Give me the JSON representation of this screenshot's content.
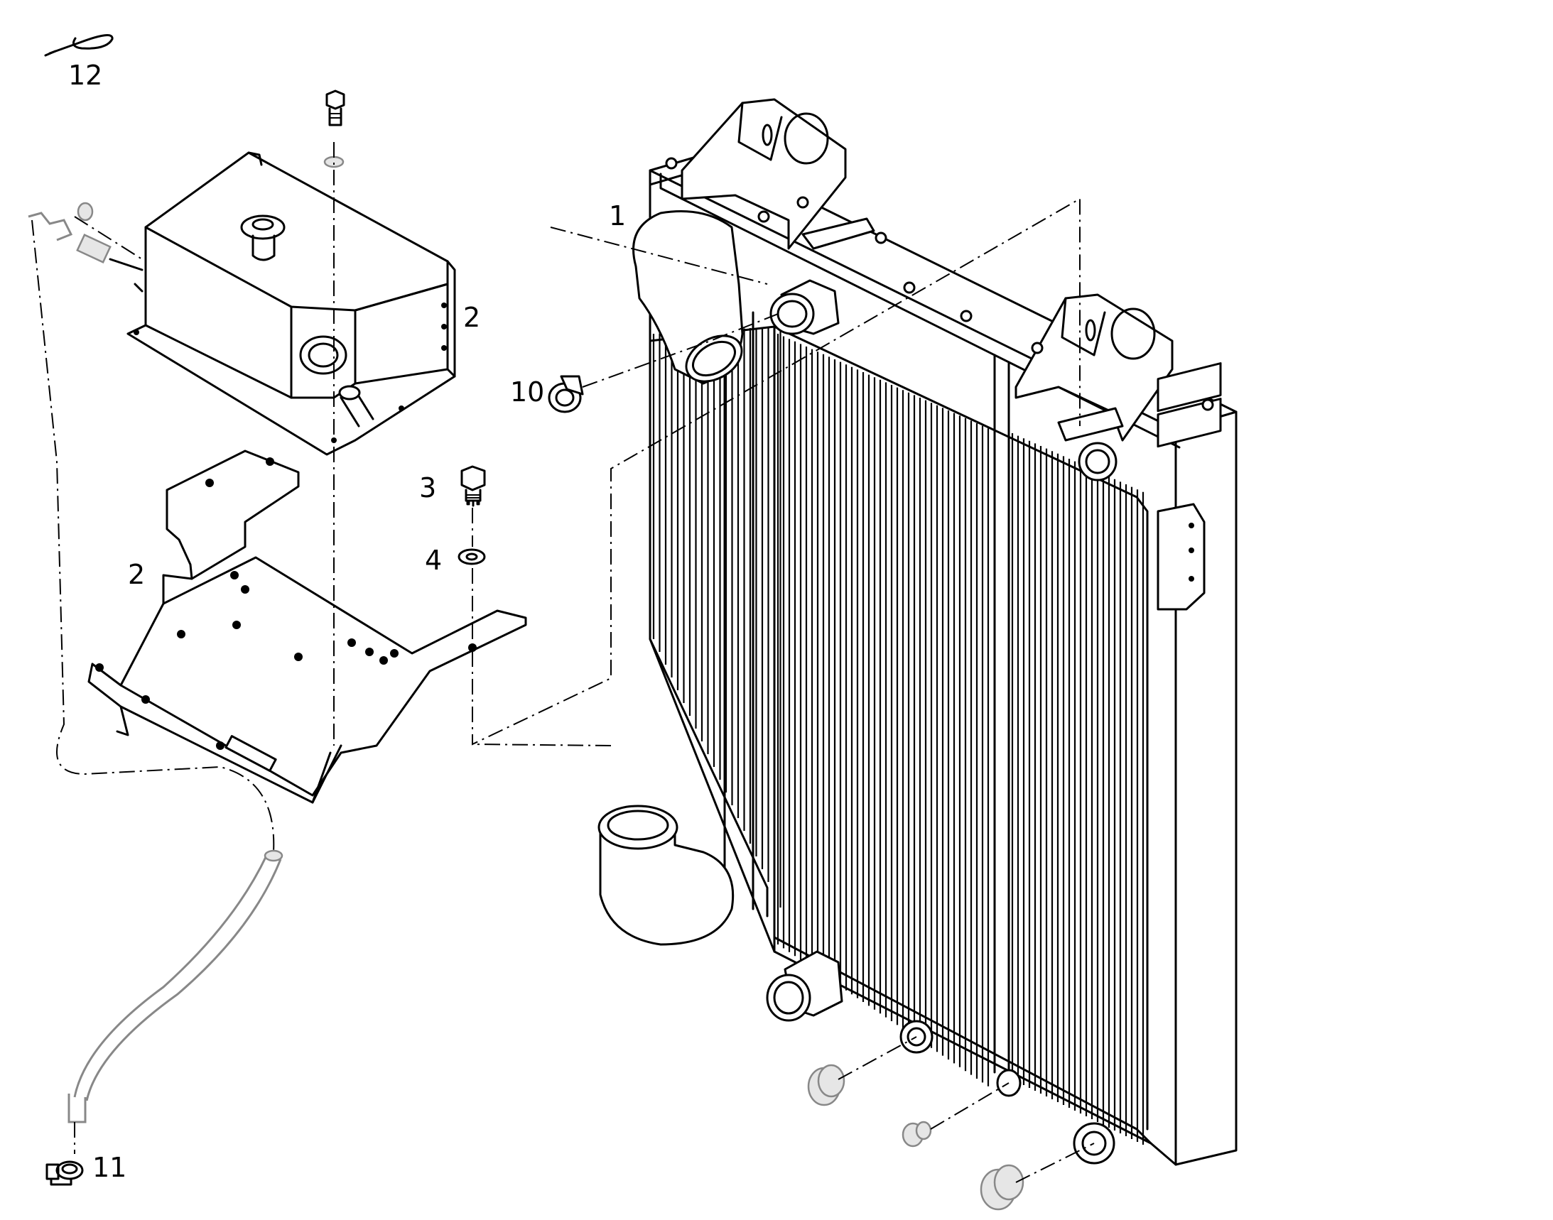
{
  "callouts": [
    {
      "id": "1",
      "text": "1"
    },
    {
      "id": "2a",
      "text": "2"
    },
    {
      "id": "2b",
      "text": "2"
    },
    {
      "id": "3",
      "text": "3"
    },
    {
      "id": "4",
      "text": "4"
    },
    {
      "id": "10",
      "text": "10"
    },
    {
      "id": "11",
      "text": "11"
    },
    {
      "id": "12",
      "text": "12"
    }
  ]
}
